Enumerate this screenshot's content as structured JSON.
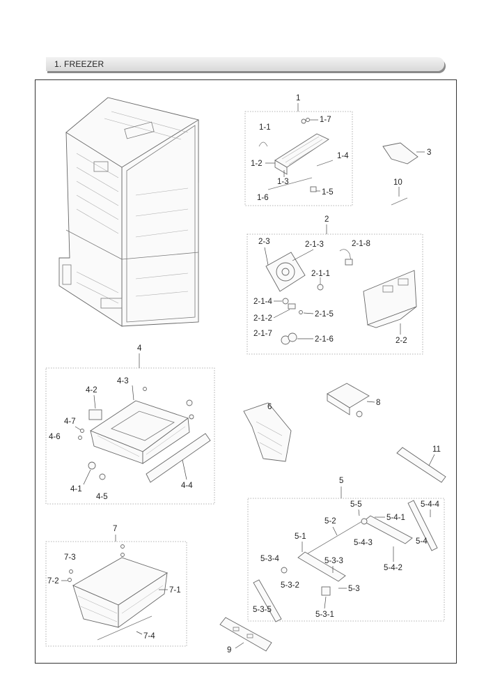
{
  "section": {
    "title": "1. FREEZER"
  },
  "labels": {
    "g1": "1",
    "p1_1": "1-1",
    "p1_2": "1-2",
    "p1_3": "1-3",
    "p1_4": "1-4",
    "p1_5": "1-5",
    "p1_6": "1-6",
    "p1_7": "1-7",
    "g2": "2",
    "p2_3": "2-3",
    "p2_1_3": "2-1-3",
    "p2_1_8": "2-1-8",
    "p2_1_1": "2-1-1",
    "p2_1_4": "2-1-4",
    "p2_1_2": "2-1-2",
    "p2_1_5": "2-1-5",
    "p2_1_7": "2-1-7",
    "p2_1_6": "2-1-6",
    "p2_2": "2-2",
    "p3": "3",
    "p10": "10",
    "g4": "4",
    "p4_2": "4-2",
    "p4_3": "4-3",
    "p4_7": "4-7",
    "p4_6": "4-6",
    "p4_1": "4-1",
    "p4_5": "4-5",
    "p4_4": "4-4",
    "p6": "6",
    "p8": "8",
    "p11": "11",
    "g5": "5",
    "p5_5": "5-5",
    "p5_4_4": "5-4-4",
    "p5_2": "5-2",
    "p5_4_1": "5-4-1",
    "p5_1": "5-1",
    "p5_4_3": "5-4-3",
    "p5_4": "5-4",
    "p5_3_4": "5-3-4",
    "p5_3_3": "5-3-3",
    "p5_4_2": "5-4-2",
    "p5_3_2": "5-3-2",
    "p5_3": "5-3",
    "p5_3_5": "5-3-5",
    "p5_3_1": "5-3-1",
    "g7": "7",
    "p7_3": "7-3",
    "p7_2": "7-2",
    "p7_1": "7-1",
    "p7_4": "7-4",
    "p9": "9"
  }
}
